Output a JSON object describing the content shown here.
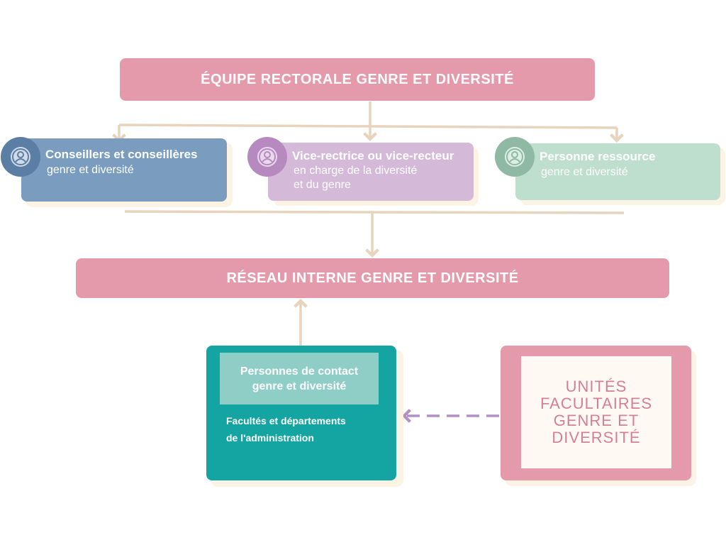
{
  "colors": {
    "pink": "#e59aab",
    "connector": "#e8d3bd",
    "blue": "#7a9cbf",
    "blue_dark": "#5b7ea5",
    "purple": "#d4b9d8",
    "purple_dark": "#b68abf",
    "green": "#bedfcd",
    "green_dark": "#8fb9a3",
    "teal": "#14a5a2",
    "dashed_arrow": "#b48fc3"
  },
  "top_banner": {
    "label": "ÉQUIPE RECTORALE GENRE ET DIVERSITÉ"
  },
  "cards": [
    {
      "line1": "Conseillers et conseillères",
      "line2": "genre et diversité",
      "line3": "",
      "icon": "person-circle-icon"
    },
    {
      "line1": "Vice-rectrice ou vice-recteur",
      "line2": "en charge de la diversité",
      "line3": "et du genre",
      "icon": "person-circle-icon"
    },
    {
      "line1": "Personne ressource",
      "line2": "genre et diversité",
      "line3": "",
      "icon": "person-circle-icon"
    }
  ],
  "network_banner": {
    "label": "RÉSEAU INTERNE GENRE ET DIVERSITÉ"
  },
  "contact_box": {
    "header_line1": "Personnes de contact",
    "header_line2": "genre et diversité",
    "body_line1": "Facultés et départements",
    "body_line2": "de l'administration"
  },
  "units_box": {
    "line1": "UNITÉS",
    "line2": "FACULTAIRES",
    "line3": "GENRE ET",
    "line4": "DIVERSITÉ"
  }
}
